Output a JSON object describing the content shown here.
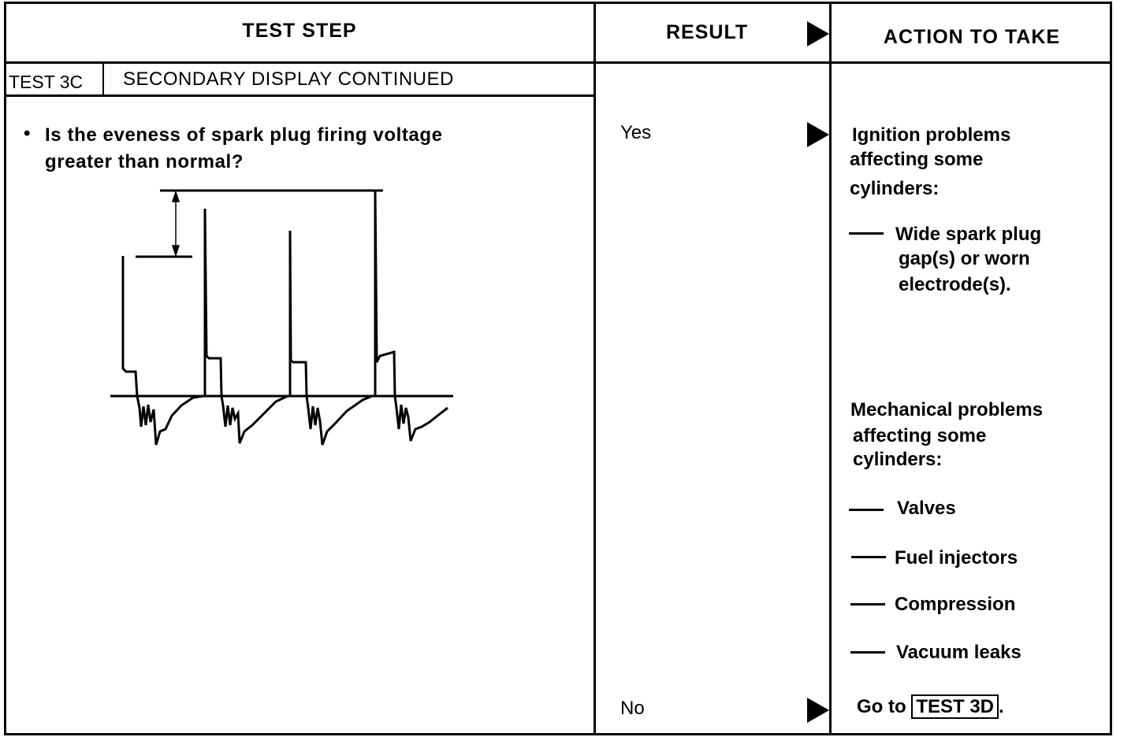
{
  "headers": {
    "test_step": "TEST STEP",
    "result": "RESULT",
    "action": "ACTION TO TAKE"
  },
  "test": {
    "id": "TEST 3C",
    "title": "SECONDARY DISPLAY CONTINUED",
    "question_line1": "Is the eveness of spark plug firing voltage",
    "question_line2": "greater than normal?"
  },
  "results": {
    "yes": "Yes",
    "no": "No"
  },
  "actions": {
    "ignition_heading": [
      "Ignition problems",
      "affecting some",
      "cylinders:"
    ],
    "ignition_item": [
      "Wide spark plug",
      "gap(s) or worn",
      "electrode(s)."
    ],
    "mechanical_heading": [
      "Mechanical problems",
      "affecting some",
      "cylinders:"
    ],
    "mechanical_items": [
      "Valves",
      "Fuel injectors",
      "Compression",
      "Vacuum leaks"
    ],
    "no_action_prefix": "Go to",
    "no_action_link": "TEST 3D",
    "no_action_suffix": "."
  }
}
